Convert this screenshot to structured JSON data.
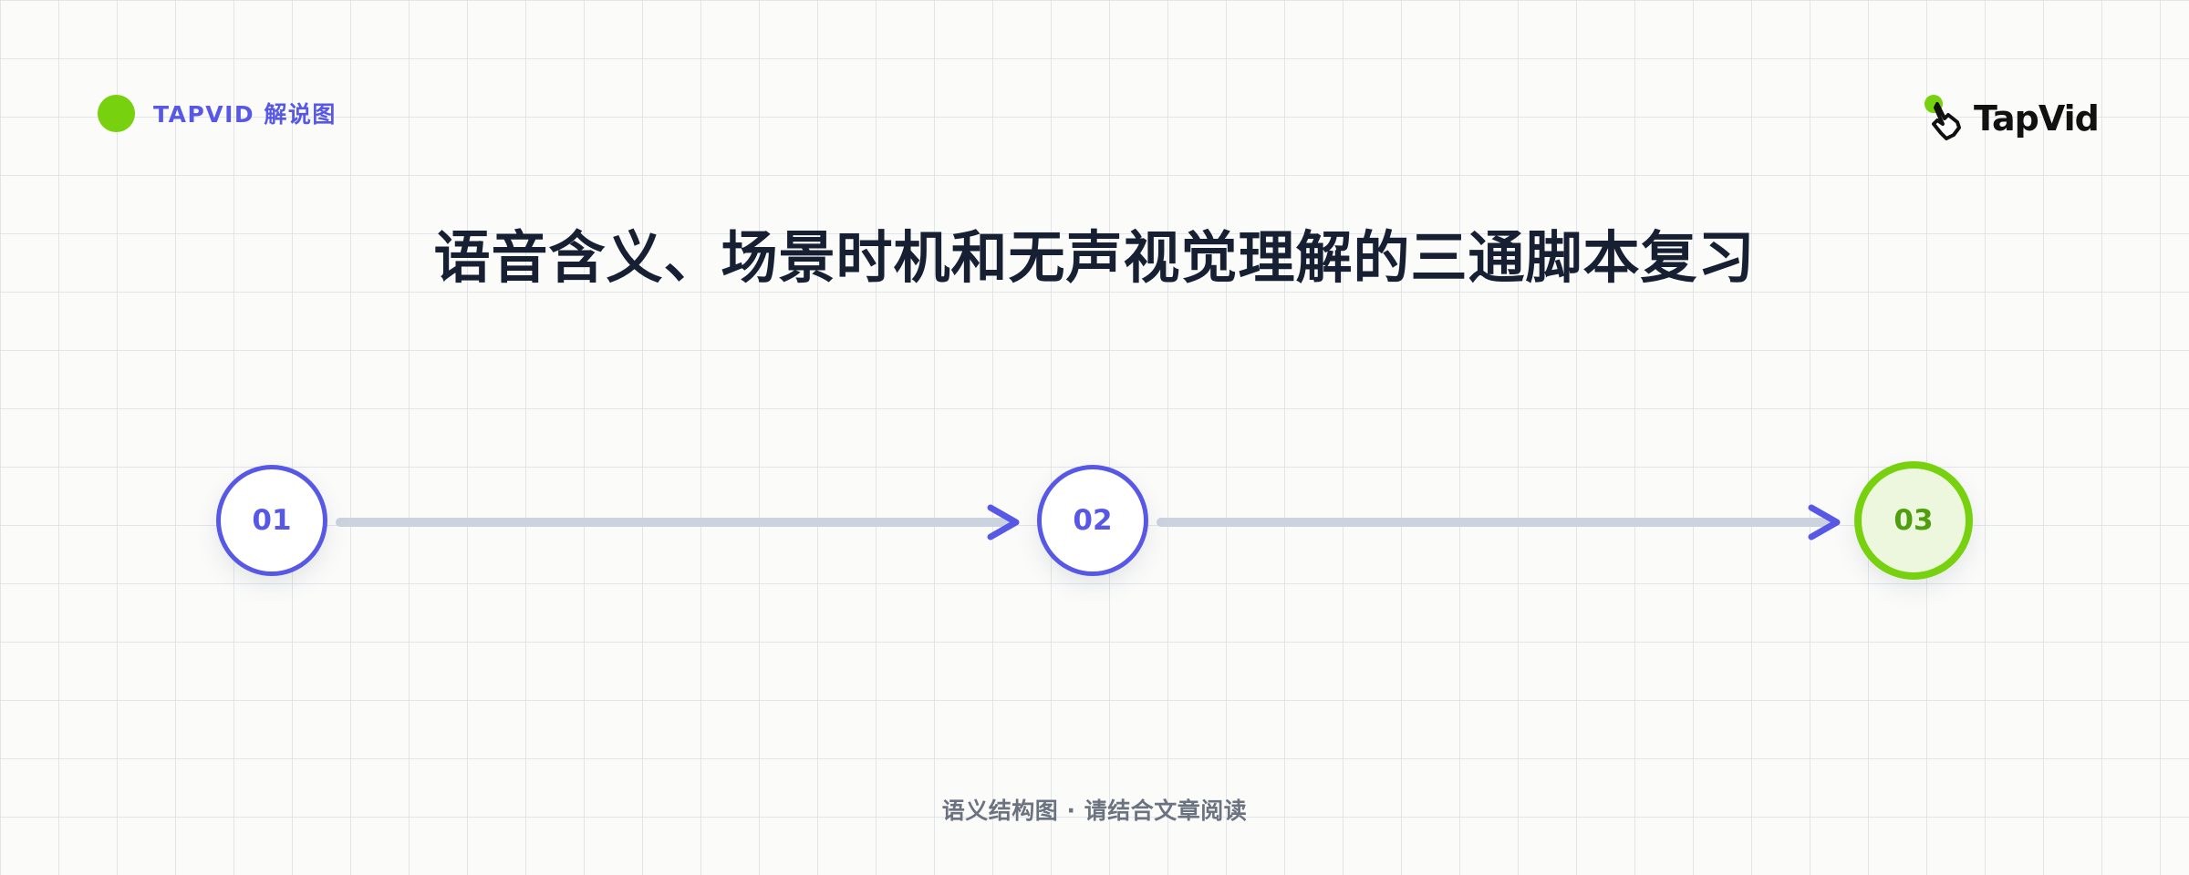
{
  "header": {
    "brand_tag": "TAPVID 解说图",
    "logo_text": "TapVid"
  },
  "title": "语音含义、场景时机和无声视觉理解的三通脚本复习",
  "flow": {
    "steps": [
      {
        "label": "01",
        "active": false
      },
      {
        "label": "02",
        "active": false
      },
      {
        "label": "03",
        "active": true
      }
    ]
  },
  "footer": "语义结构图 · 请结合文章阅读",
  "colors": {
    "accent": "#5858e6",
    "highlight": "#77d10e",
    "connector": "#cbd3de",
    "title": "#172033",
    "footer": "#6b7280"
  }
}
